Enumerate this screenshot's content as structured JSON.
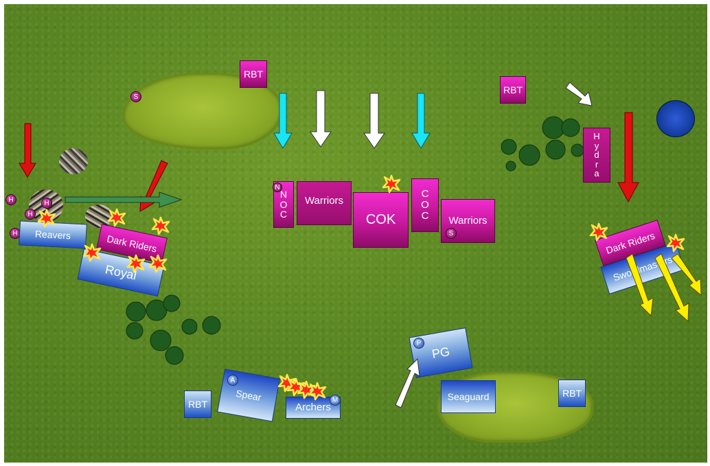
{
  "board": {
    "title": ""
  },
  "colors": {
    "red_army": "#d21fae",
    "blue_army": "#3f6fd0",
    "move_arrow": "#ffffff",
    "charge_arrow": "#e01010",
    "flee_arrow": "#ffee00",
    "cyan_arrow": "#19e5f5",
    "green_arrow": "#3f8f4f"
  },
  "red": {
    "rbt_left": "RBT",
    "rbt_right": "RBT",
    "warriors_1": "Warriors",
    "warriors_2": "Warriors",
    "cok": "COK",
    "noc": "N\nO\nC",
    "coc": "C\nO\nC",
    "hydra": "H\ny\nd\nr\na",
    "dark_riders_left": "Dark Riders",
    "dark_riders_right": "Dark Riders",
    "token_s_hill": "S",
    "token_s_warriors": "S",
    "token_n": "N",
    "harpy_token": "H"
  },
  "blue": {
    "reavers": "Reavers",
    "royal": "Royal",
    "swordmasters": "Swordmasters",
    "spear": "Spear",
    "archers": "Archers",
    "rbt_left": "RBT",
    "rbt_right": "RBT",
    "pg": "PG",
    "seaguard": "Seaguard",
    "token_a": "A",
    "token_m": "M",
    "token_p": "P"
  }
}
